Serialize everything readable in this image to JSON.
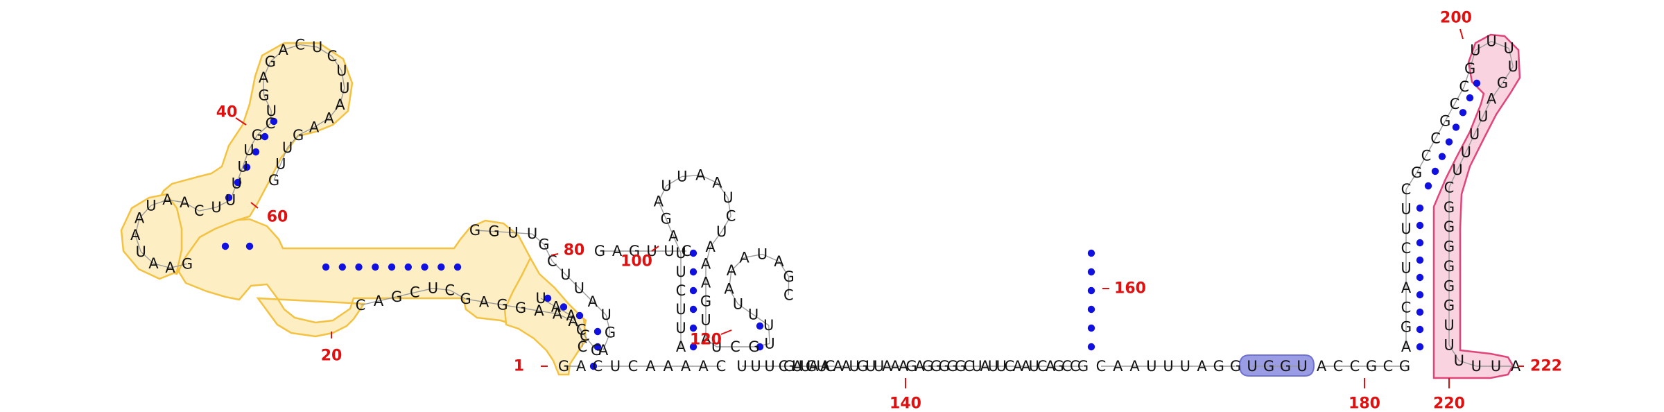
{
  "colors": {
    "background": "#ffffff",
    "nucleotide": "#111111",
    "backbone": "#9a9a9a",
    "pair_dot": "#1010e0",
    "index_label": "#e01010",
    "yellow_fill": "#fdeec3",
    "yellow_stroke": "#f4c243",
    "pink_fill": "#f9d3df",
    "pink_stroke": "#e0457a",
    "blue_fill": "#9a9ce4",
    "blue_stroke": "#6f72d0"
  },
  "strands": [
    {
      "id": "s1",
      "seq": "GA"
    },
    {
      "id": "s2",
      "seq": "CUCAAAAC"
    },
    {
      "id": "s3",
      "seq": "UUUCAGA"
    },
    {
      "id": "s4",
      "seq": "GAAUAAUAACUUUUUGCUGAGACUCUUAAAGUUG"
    },
    {
      "id": "s5",
      "seq": "GAGUUC"
    },
    {
      "id": "s6",
      "seq": "GGUUGCUUAUGA"
    },
    {
      "id": "s7",
      "seq": "GCAAAGGAGCUCGAC"
    },
    {
      "id": "s8",
      "seq": "CCAAU"
    },
    {
      "id": "s9",
      "seq": "AUUCUUAGAUUAAUCUAAAGUAUCGUUUUAAAUAGC"
    },
    {
      "id": "s10",
      "seq": "GUUAUCAAUGUUAAAGAGGGGGCUAUUCAAUCAGCCG"
    },
    {
      "id": "s11",
      "seq": "CAAUUUAGG"
    },
    {
      "id": "s12",
      "seq": "UGGU"
    },
    {
      "id": "s13",
      "seq": "ACCGCG"
    },
    {
      "id": "s14",
      "seq": "AGCAUCUUCGCCGCCGUUUUGAUUUUCGGGGGGUUUUUA"
    }
  ],
  "index_labels": [
    "1",
    "20",
    "40",
    "60",
    "80",
    "100",
    "120",
    "140",
    "160",
    "180",
    "200",
    "220",
    "222"
  ]
}
